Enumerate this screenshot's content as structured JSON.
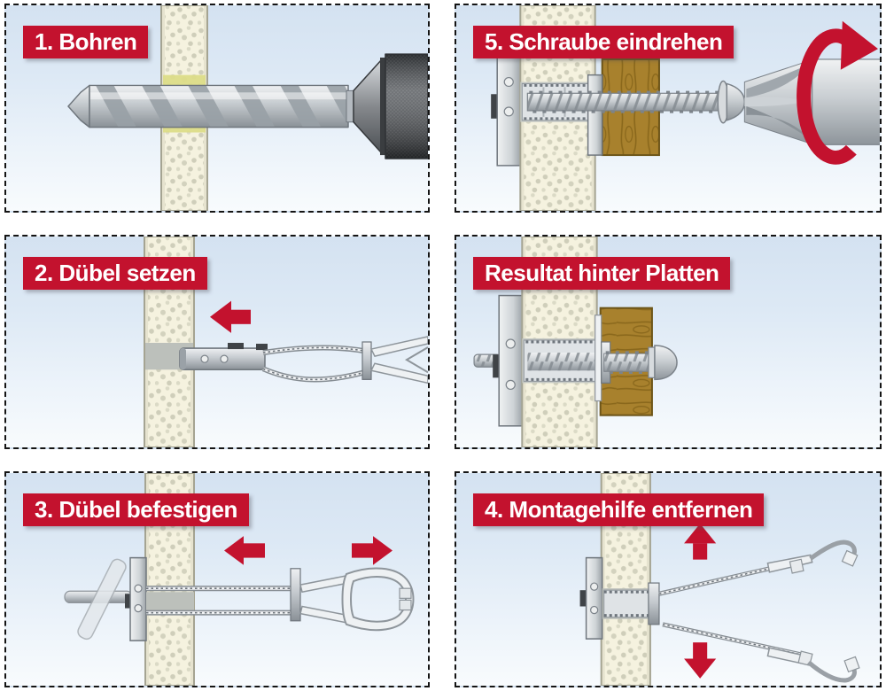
{
  "diagram": {
    "type": "installation-instructions",
    "language": "de",
    "panels": [
      {
        "id": "step-1",
        "label": "1. Bohren",
        "illustration": "drill-bit-drilling-through-panel-wall",
        "icons": []
      },
      {
        "id": "step-5",
        "label": "5. Schraube eindrehen",
        "illustration": "screwdriver-driving-screw-through-wood-into-anchor",
        "icons": [
          "rotate-clockwise-arrow-icon"
        ]
      },
      {
        "id": "step-2",
        "label": "2. Dübel setzen",
        "illustration": "anchor-with-mounting-aid-inserted-into-wall-hole",
        "icons": [
          "arrow-left-icon"
        ]
      },
      {
        "id": "result",
        "label": "Resultat hinter Platten",
        "illustration": "final-anchor-with-screw-head-holding-wood-board",
        "icons": []
      },
      {
        "id": "step-3",
        "label": "3. Dübel befestigen",
        "illustration": "toggle-spread-behind-wall-pull-loop-handle",
        "icons": [
          "arrow-left-icon",
          "arrow-right-icon"
        ]
      },
      {
        "id": "step-4",
        "label": "4. Montagehilfe entfernen",
        "illustration": "mounting-aid-strips-pulled-apart",
        "icons": [
          "arrow-up-icon",
          "arrow-down-icon"
        ]
      }
    ],
    "colors": {
      "accent_red": "#c3122e",
      "panel_background_top": "#d4e2f1",
      "panel_background_bottom": "#f8fbfd",
      "wall_cream": "#f5f2df",
      "wall_dots": "#cfceba",
      "wood_brown": "#a8812d",
      "metal_light": "#e9ecee",
      "metal_dark": "#8e959b",
      "border": "#141414",
      "label_text": "#ffffff"
    }
  }
}
